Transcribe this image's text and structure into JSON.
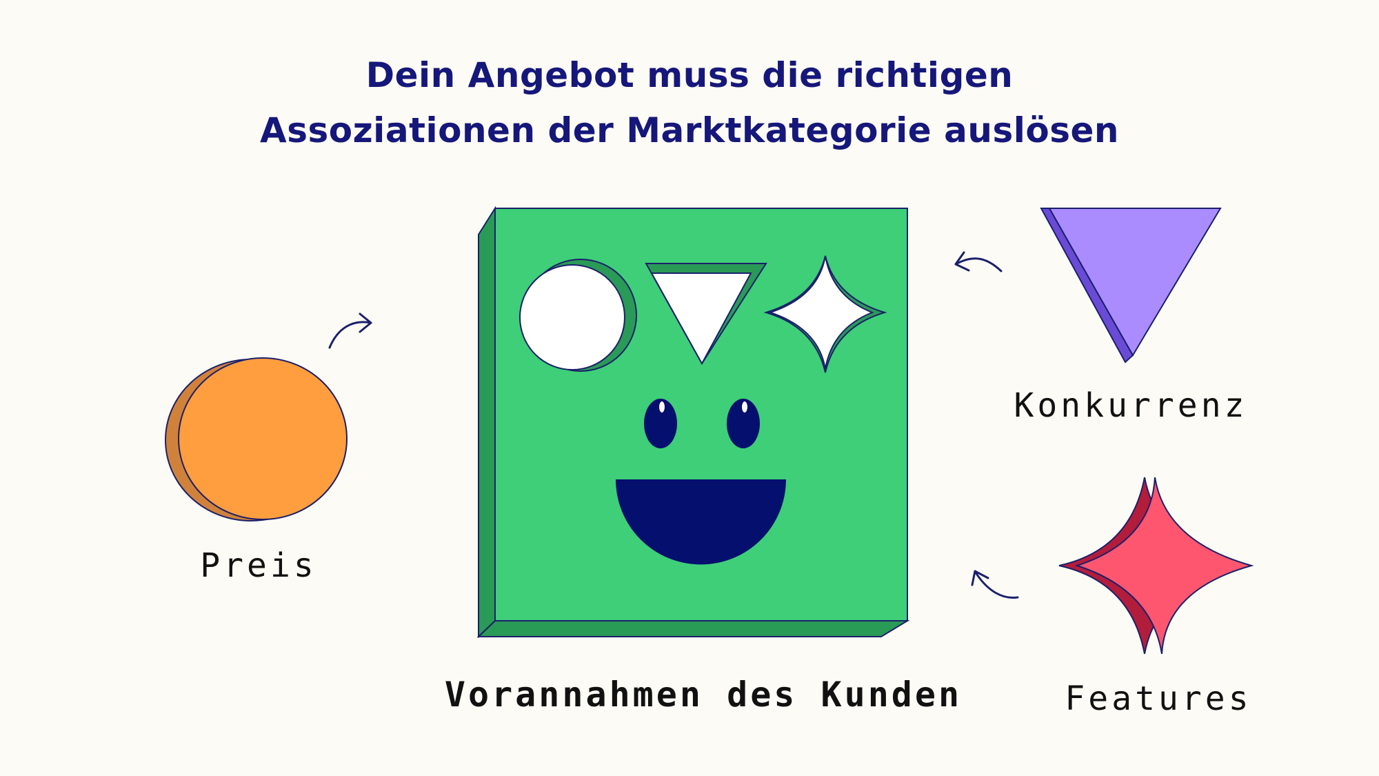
{
  "title": {
    "line1": "Dein Angebot muss die richtigen",
    "line2": "Assoziationen der Marktkategorie auslösen"
  },
  "labels": {
    "preis": "Preis",
    "center": "Vorannahmen des Kunden",
    "konkurrenz": "Konkurrenz",
    "features": "Features"
  },
  "colors": {
    "background": "#fcfbf5",
    "title": "#16177a",
    "outline": "#1b1f6b",
    "board_green": "#3ecf78",
    "board_dark_green": "#2a9a57",
    "face": "#050f6e",
    "circle_orange": "#ff9e3e",
    "circle_orange_dark": "#d1823a",
    "triangle_purple": "#aa8cff",
    "triangle_purple_dark": "#6a4bd6",
    "star_red": "#ff566f",
    "star_red_dark": "#b21d3c"
  },
  "icons": {
    "preis": "orange-circle-shape",
    "konkurrenz": "purple-triangle-shape",
    "features": "red-star-shape",
    "center": "shape-sorter-board-face"
  }
}
